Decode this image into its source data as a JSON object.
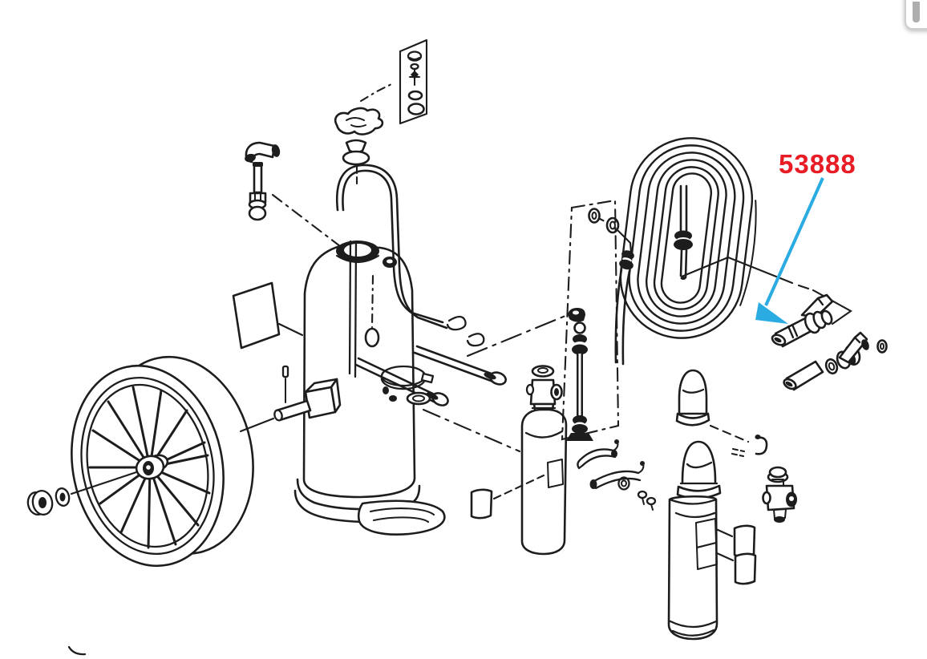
{
  "figure": {
    "type": "exploded-parts-diagram",
    "subject": "wheeled-fire-extinguisher-assembly",
    "callout": {
      "part_number": "53888",
      "color": "#e81c24",
      "arrow_color": "#2aace2",
      "target_part": "hose-nozzle"
    },
    "artwork": {
      "line_color": "#1d1d1d",
      "background": "#ffffff"
    }
  },
  "scrollbar": {
    "thumb_color": "#aeaeae"
  }
}
